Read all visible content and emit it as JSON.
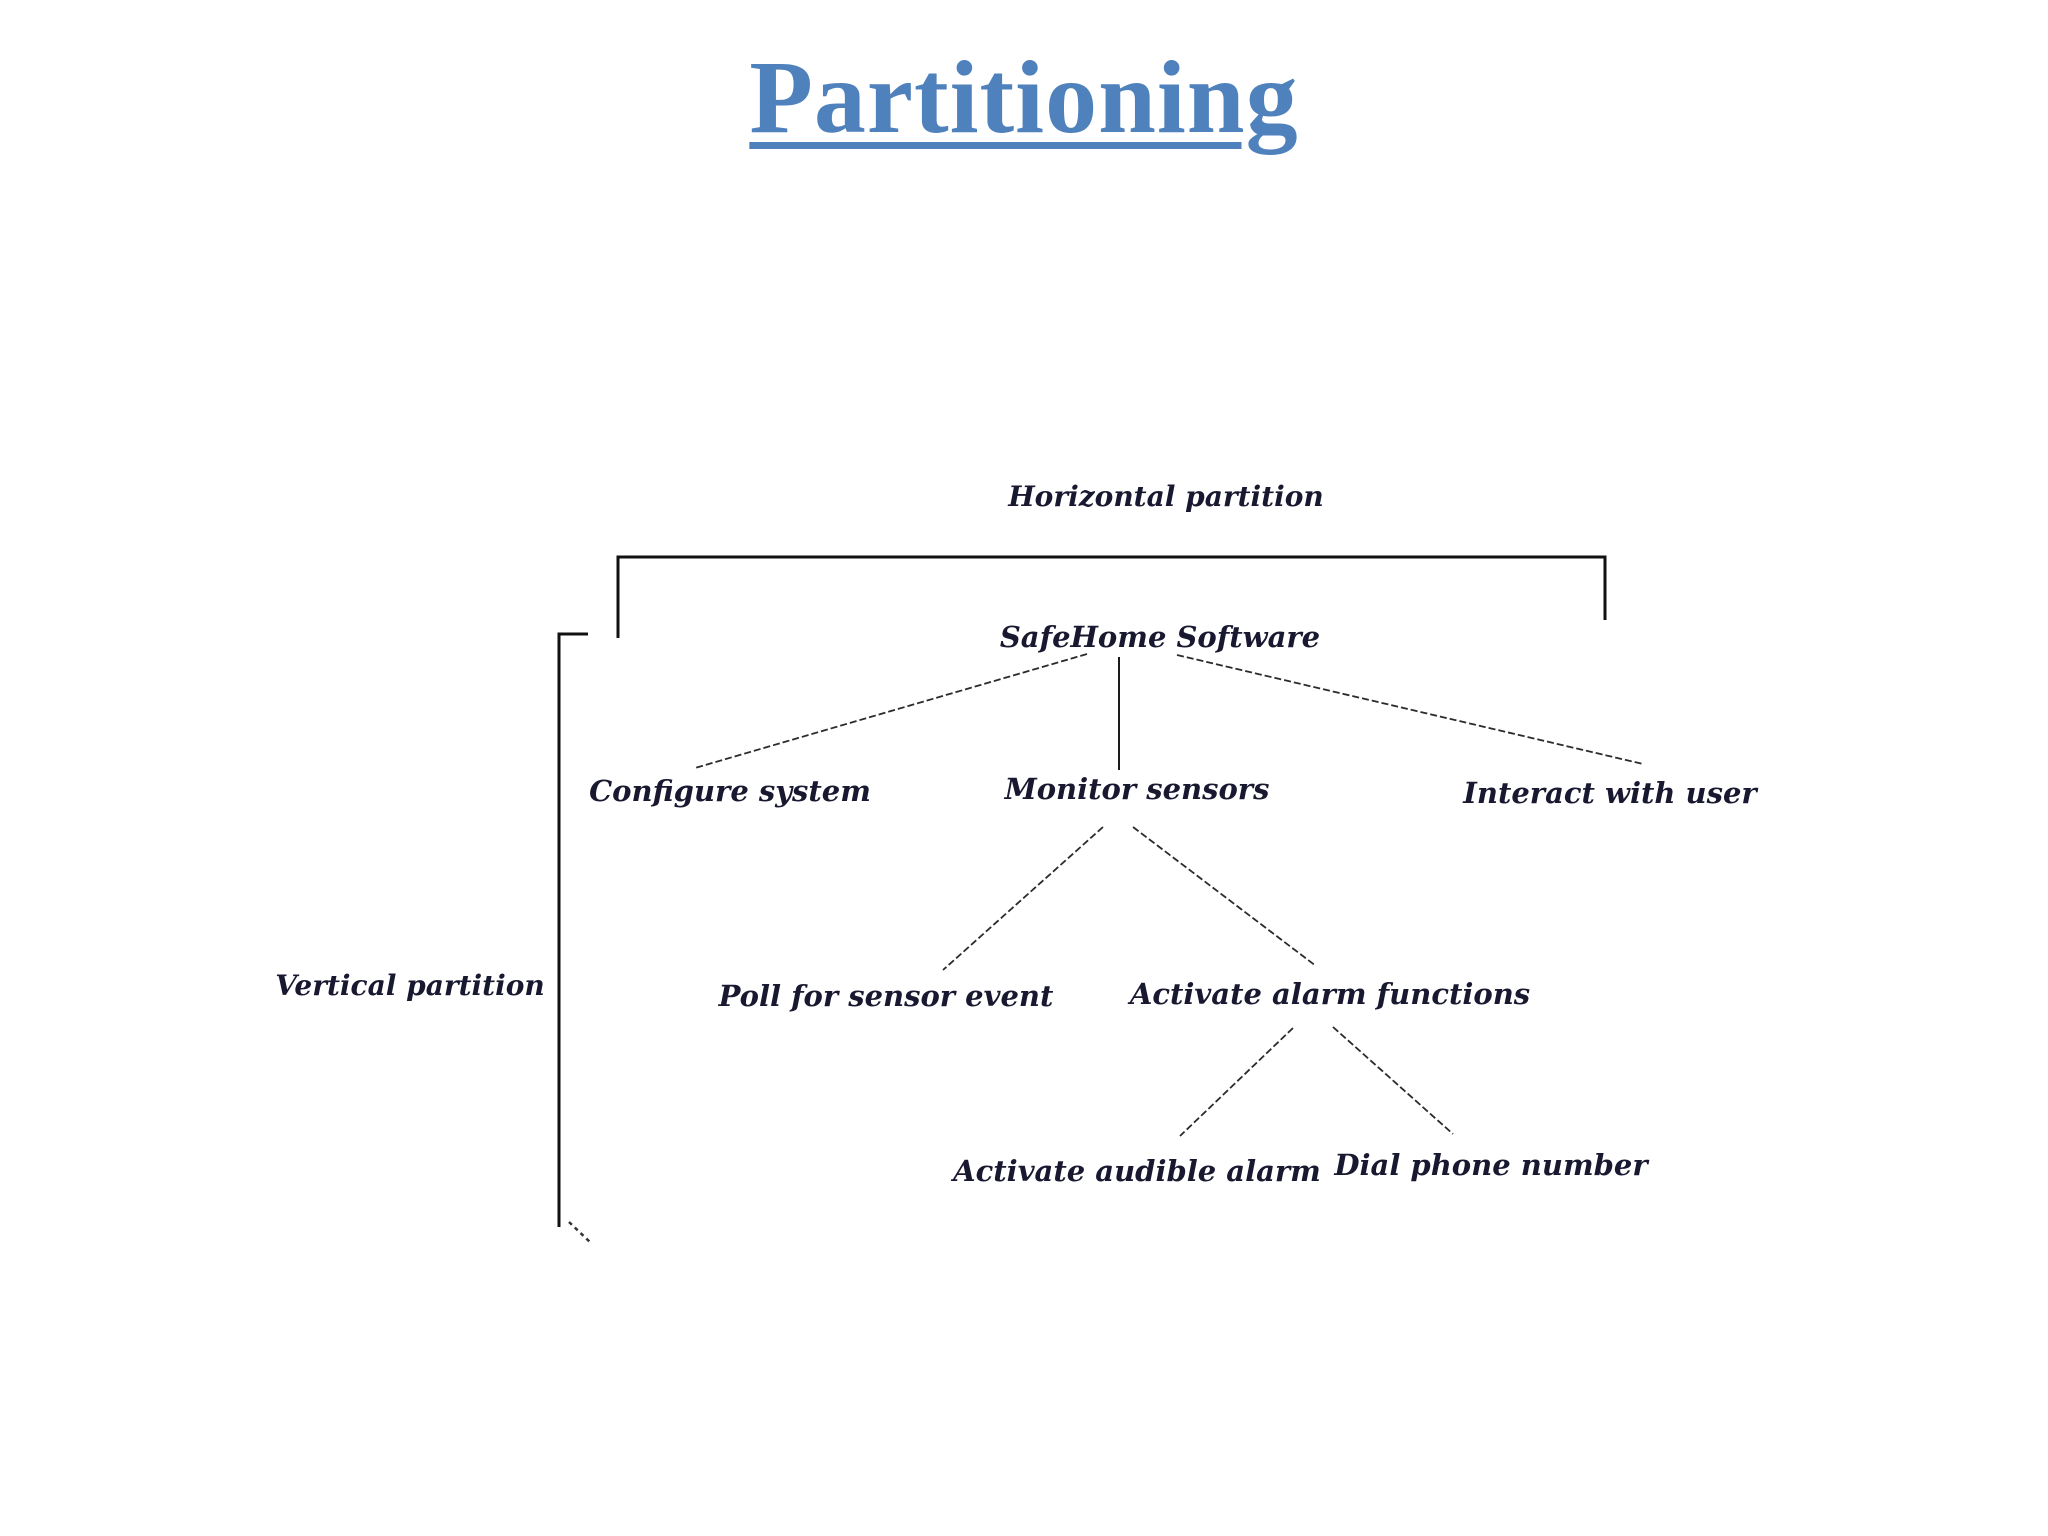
{
  "slide": {
    "title": "Partitioning",
    "title_color": "#4f81bd",
    "background_color": "#ffffff",
    "text_color": "#181830"
  },
  "annotations": {
    "horizontal_partition": "Horizontal partition",
    "vertical_partition": "Vertical partition"
  },
  "tree": {
    "nodes": {
      "root": "SafeHome Software",
      "configure": "Configure system",
      "monitor": "Monitor sensors",
      "interact": "Interact with user",
      "poll": "Poll for sensor event",
      "alarm": "Activate alarm functions",
      "audible": "Activate audible alarm",
      "dial": "Dial phone number"
    },
    "edges": [
      {
        "from": "SafeHome Software",
        "to": "Configure system"
      },
      {
        "from": "SafeHome Software",
        "to": "Monitor sensors"
      },
      {
        "from": "SafeHome Software",
        "to": "Interact with user"
      },
      {
        "from": "Monitor sensors",
        "to": "Poll for sensor event"
      },
      {
        "from": "Monitor sensors",
        "to": "Activate alarm functions"
      },
      {
        "from": "Activate alarm functions",
        "to": "Activate audible alarm"
      },
      {
        "from": "Activate alarm functions",
        "to": "Dial phone number"
      }
    ]
  }
}
